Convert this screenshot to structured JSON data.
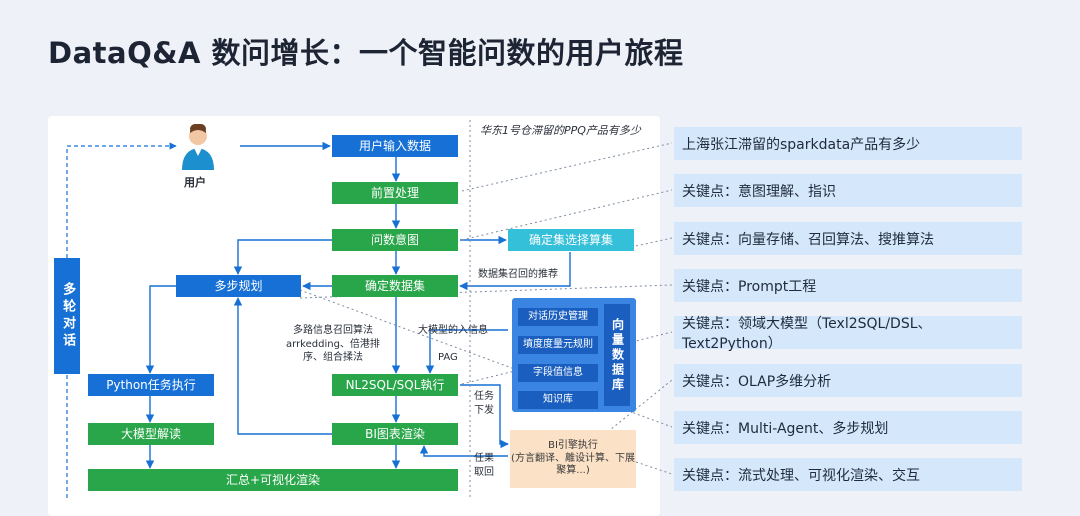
{
  "title": "DataQ&A 数问增长：一个智能问数的用户旅程",
  "user_label": "用户",
  "example_query": "华东1号仓滞留的PPQ产品有多少",
  "multi_turn_label": "多轮对话",
  "nodes": {
    "input": "用户输入数据",
    "preprocess": "前置处理",
    "intent": "问数意图",
    "determine_dataset": "确定数据集",
    "confirm_selection": "确定集选择算集",
    "multi_step": "多步规划",
    "nl2sql": "NL2SQL/SQL執行",
    "bi_render": "BI图表渲染",
    "python_exec": "Python任务执行",
    "llm_interpret": "大模型解读",
    "summary": "汇总+可视化渲染",
    "bi_engine": "BI引擎执行\n(方言翻译、離设计算、下展聚算...)"
  },
  "vector_db": {
    "title": "向量数据库",
    "items": [
      "对话历史管理",
      "墳度度量元规則",
      "字段值信息",
      "知识库"
    ]
  },
  "annotations": {
    "dataset_recall": "数据集召回的推荐",
    "llm_input": "大模型的入信息",
    "pag": "PAG",
    "recall_methods": "多路信息召回算法\narrkedding、倍港排\n序、组合揉法",
    "task_dispatch": "任务\n下发",
    "result_return": "任果\n取回"
  },
  "key_points": [
    "上海张江滞留的sparkdata产品有多少",
    "关键点：意图理解、指识",
    "关键点：向量存储、召回算法、搜推算法",
    "关键点：Prompt工程",
    "关键点：领域大模型（Texl2SQL/DSL、Text2Python）",
    "关键点：OLAP多维分析",
    "关键点：Multi-Agent、多步规划",
    "关键点：流式处理、可视化渲染、交互"
  ]
}
